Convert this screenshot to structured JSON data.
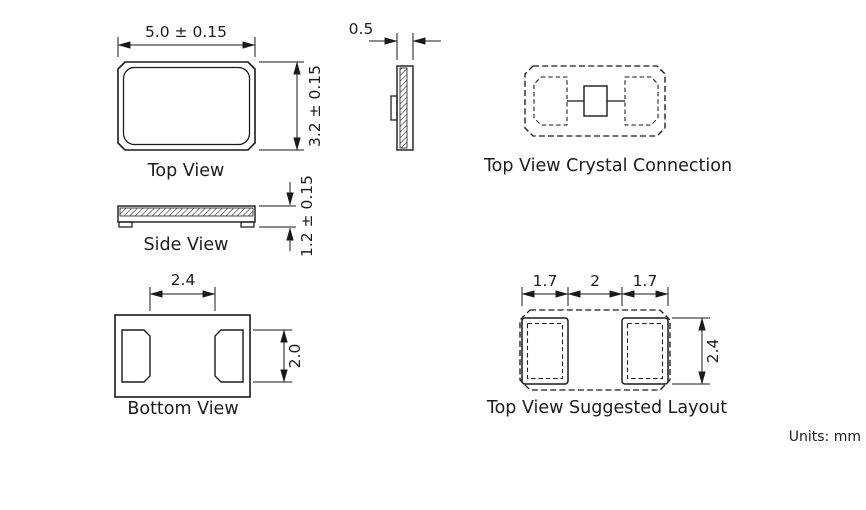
{
  "page": {
    "units_label": "Units: mm"
  },
  "top_view": {
    "label": "Top View",
    "width_dim": "5.0 ± 0.15",
    "height_dim": "3.2 ± 0.15"
  },
  "side_profile": {
    "width_dim": "0.5"
  },
  "crystal_connection": {
    "label": "Top View Crystal Connection"
  },
  "side_view": {
    "label": "Side View",
    "height_dim": "1.2 ± 0.15"
  },
  "bottom_view": {
    "label": "Bottom View",
    "pad_span_dim": "2.4",
    "pad_height_dim": "2.0"
  },
  "suggested_layout": {
    "label": "Top View Suggested Layout",
    "left_pad_width_dim": "1.7",
    "pad_gap_dim": "2",
    "right_pad_width_dim": "1.7",
    "pad_height_dim": "2.4"
  }
}
